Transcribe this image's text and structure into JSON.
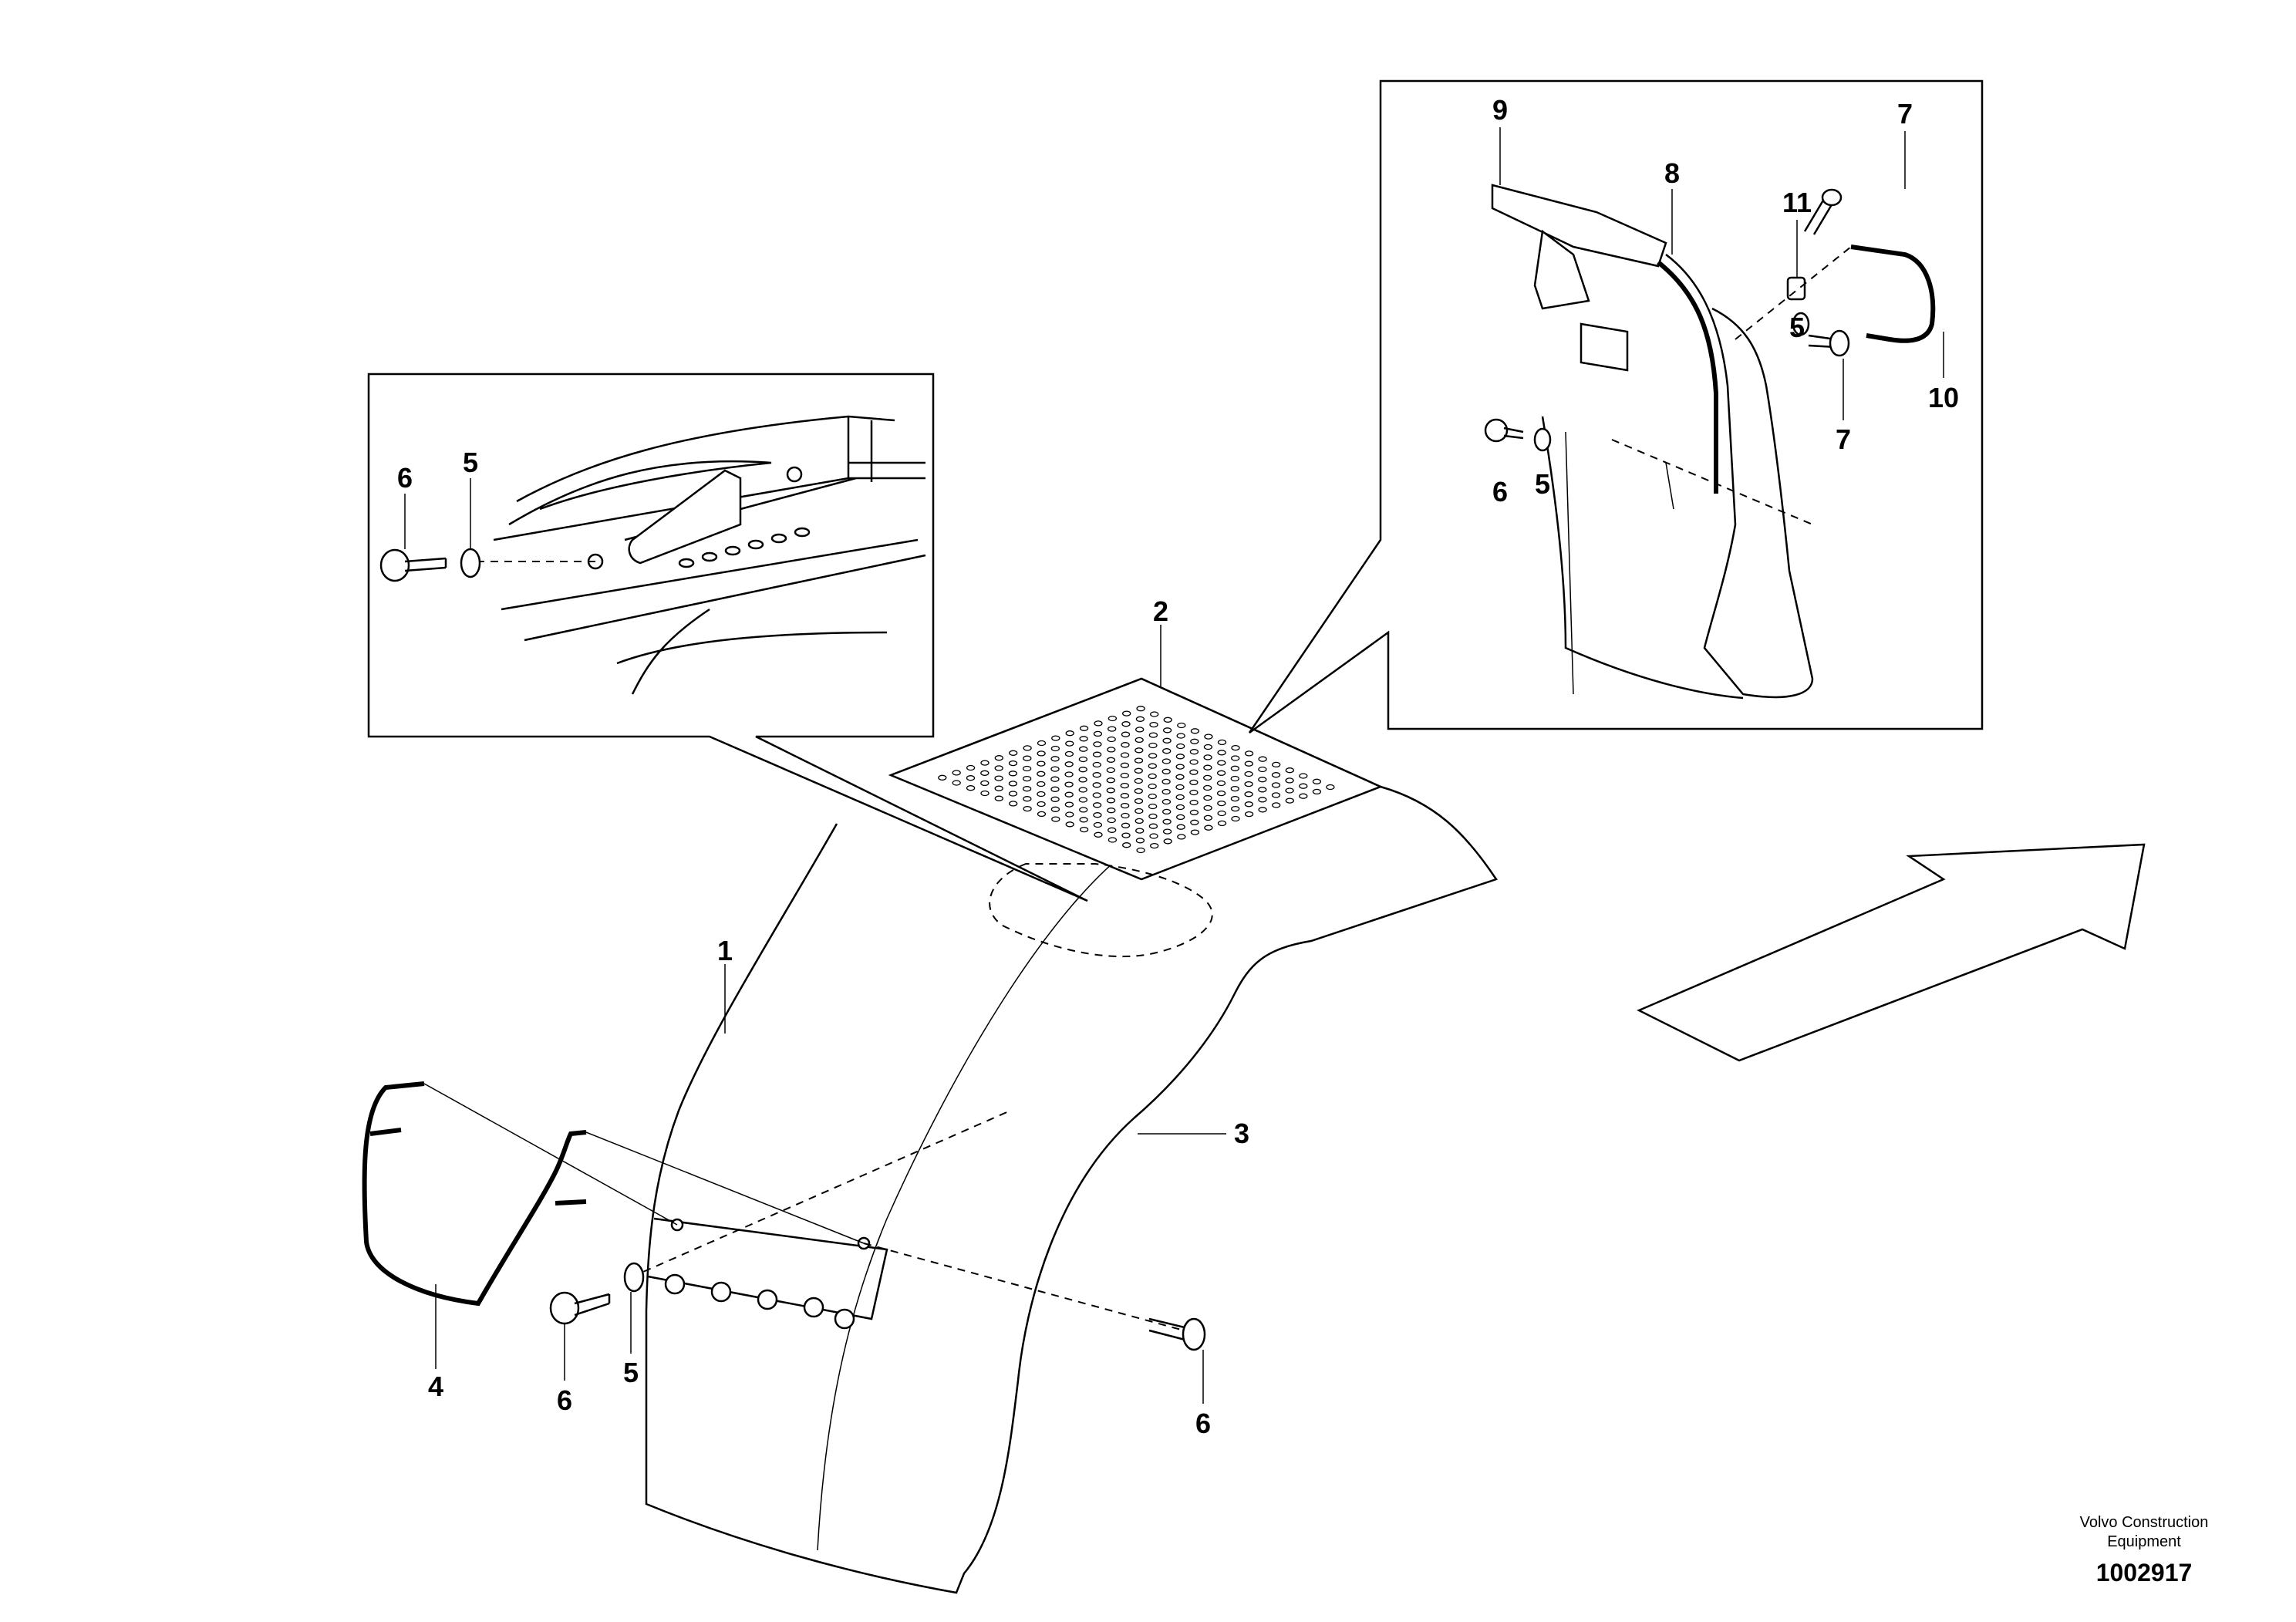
{
  "callouts": {
    "c1": "1",
    "c2": "2",
    "c3": "3",
    "c4": "4",
    "c5a": "5",
    "c6a": "6",
    "c6b": "6",
    "c5b": "5",
    "c6c": "6",
    "c5c": "5",
    "c6d": "6",
    "c5d": "5",
    "c7a": "7",
    "c7b": "7",
    "c8": "8",
    "c9": "9",
    "c10": "10",
    "c11": "11"
  },
  "footer": {
    "line1": "Volvo Construction",
    "line2": "Equipment",
    "drawing_number": "1002917"
  },
  "colors": {
    "ink": "#000000",
    "paper": "#ffffff"
  }
}
